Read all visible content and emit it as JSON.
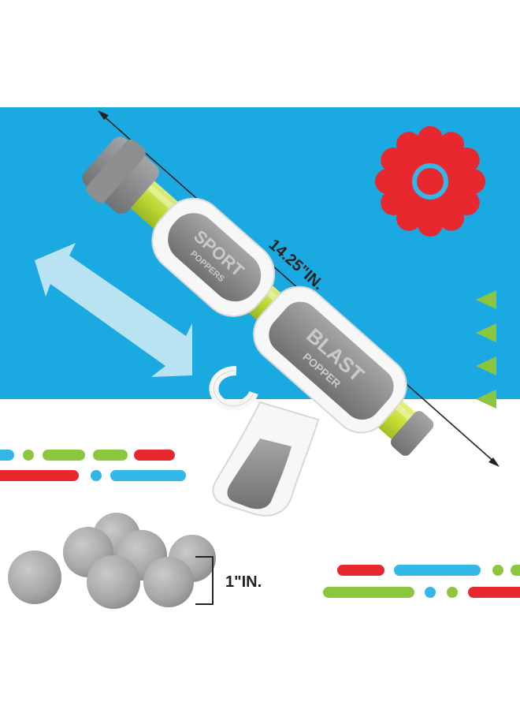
{
  "product": {
    "brand_text": "SPORT",
    "brand_subtext": "POPPERS",
    "name_text": "BLAST",
    "name_subtext": "POPPER"
  },
  "measurements": {
    "length_label": "14.25\"IN.",
    "ball_label": "1\"IN."
  },
  "colors": {
    "background_blue": "#1aa9e1",
    "accent_red": "#e8282e",
    "accent_green": "#8cc63f",
    "accent_blue": "#33b6e8",
    "foam_gray": "#a7a9ac",
    "body_white": "#f7f7f7",
    "barrel_yellow_green": "#c5dc2a",
    "gray_panel": "#8c8e90"
  },
  "icons": [
    "double-arrow-icon",
    "red-flower-target-icon",
    "green-triangle-icon"
  ]
}
